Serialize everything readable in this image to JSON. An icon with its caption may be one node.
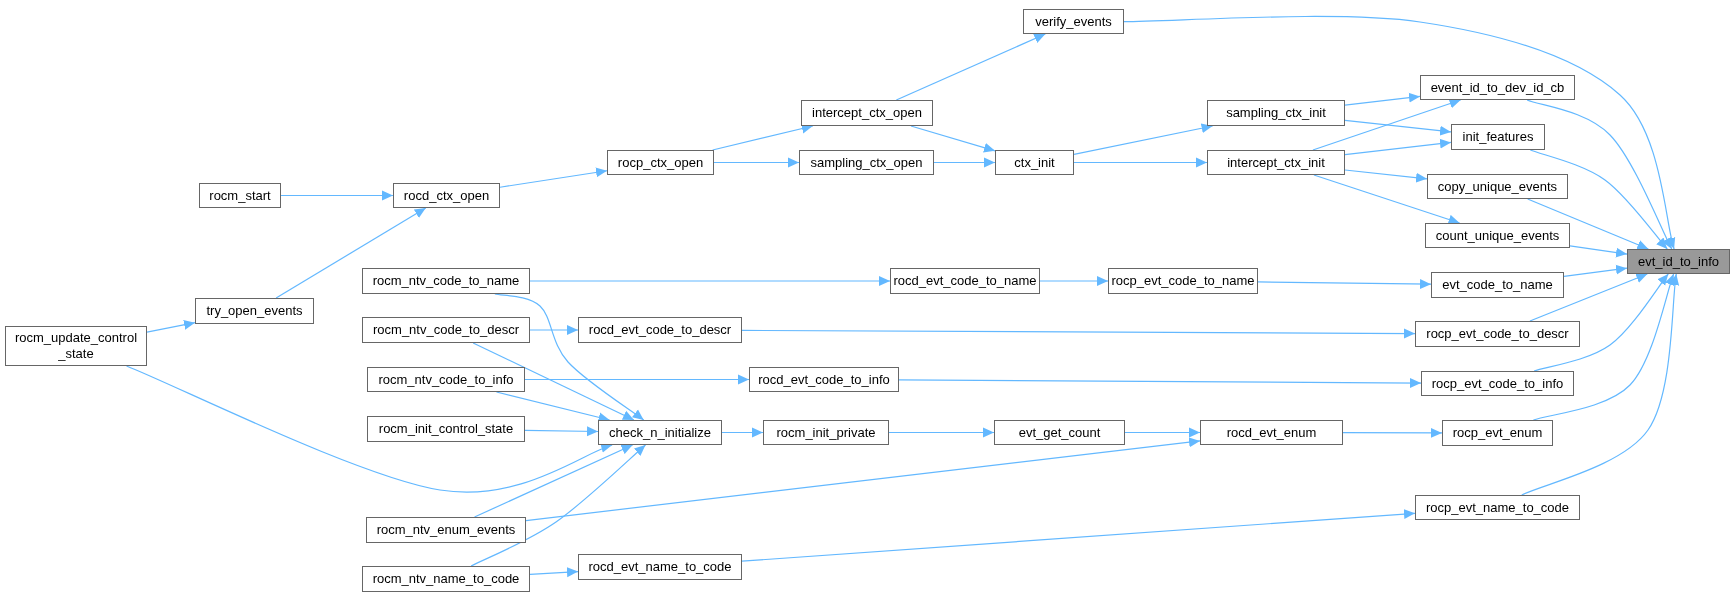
{
  "diagram": {
    "nodes": [
      {
        "text": [
          "rocm_start"
        ]
      },
      {
        "text": [
          "rocm_update_control _state"
        ]
      },
      {
        "text": [
          "try_open_events"
        ]
      },
      {
        "text": [
          "rocd_ctx_open"
        ]
      },
      {
        "text": [
          "rocm_ntv_code_to_name"
        ]
      },
      {
        "text": [
          "rocm_ntv_code_to_descr"
        ]
      },
      {
        "text": [
          "rocm_ntv_code_to_info"
        ]
      },
      {
        "text": [
          "rocm_init_control_state"
        ]
      },
      {
        "text": [
          "rocm_ntv_enum_events"
        ]
      },
      {
        "text": [
          "rocm_ntv_name_to_code"
        ]
      },
      {
        "text": [
          "rocp_ctx_open"
        ]
      },
      {
        "text": [
          "rocd_evt_code_to_descr"
        ]
      },
      {
        "text": [
          "check_n_initialize"
        ]
      },
      {
        "text": [
          "rocd_evt_name_to_code"
        ]
      },
      {
        "text": [
          "intercept_ctx_open"
        ]
      },
      {
        "text": [
          "sampling_ctx_open"
        ]
      },
      {
        "text": [
          "rocd_evt_code_to_info"
        ]
      },
      {
        "text": [
          "rocm_init_private"
        ]
      },
      {
        "text": [
          "rocd_evt_code_to_name"
        ]
      },
      {
        "text": [
          "ctx_init"
        ]
      },
      {
        "text": [
          "evt_get_count"
        ]
      },
      {
        "text": [
          "verify_events"
        ]
      },
      {
        "text": [
          "sampling_ctx_init"
        ]
      },
      {
        "text": [
          "intercept_ctx_init"
        ]
      },
      {
        "text": [
          "rocp_evt_code_to_name"
        ]
      },
      {
        "text": [
          "rocd_evt_enum"
        ]
      },
      {
        "text": [
          "event_id_to_dev_id_cb"
        ]
      },
      {
        "text": [
          "init_features"
        ]
      },
      {
        "text": [
          "copy_unique_events"
        ]
      },
      {
        "text": [
          "count_unique_events"
        ]
      },
      {
        "text": [
          "evt_code_to_name"
        ]
      },
      {
        "text": [
          "rocp_evt_code_to_descr"
        ]
      },
      {
        "text": [
          "rocp_evt_code_to_info"
        ]
      },
      {
        "text": [
          "rocp_evt_enum"
        ]
      },
      {
        "text": [
          "rocp_evt_name_to_code"
        ]
      },
      {
        "text": [
          "evt_id_to_info"
        ]
      }
    ],
    "edges": [
      {
        "from": 0,
        "to": 3,
        "arrow": "to"
      },
      {
        "from": 1,
        "to": 2,
        "arrow": "to"
      },
      {
        "from": 2,
        "to": 3,
        "arrow": "to"
      },
      {
        "from": 1,
        "to": 12,
        "arrow": "to"
      },
      {
        "from": 3,
        "to": 10,
        "arrow": "to"
      },
      {
        "from": 10,
        "to": 14,
        "arrow": "to"
      },
      {
        "from": 10,
        "to": 15,
        "arrow": "to"
      },
      {
        "from": 14,
        "to": 21,
        "arrow": "to"
      },
      {
        "from": 14,
        "to": 19,
        "arrow": "to"
      },
      {
        "from": 15,
        "to": 19,
        "arrow": "to"
      },
      {
        "from": 19,
        "to": 22,
        "arrow": "to"
      },
      {
        "from": 19,
        "to": 23,
        "arrow": "to"
      },
      {
        "from": 22,
        "to": 26,
        "arrow": "to"
      },
      {
        "from": 23,
        "to": 26,
        "arrow": "to"
      },
      {
        "from": 22,
        "to": 27,
        "arrow": "to"
      },
      {
        "from": 23,
        "to": 27,
        "arrow": "to"
      },
      {
        "from": 23,
        "to": 28,
        "arrow": "to"
      },
      {
        "from": 23,
        "to": 29,
        "arrow": "to"
      },
      {
        "from": 4,
        "to": 18,
        "arrow": "to"
      },
      {
        "from": 4,
        "to": 12,
        "arrow": "to"
      },
      {
        "from": 18,
        "to": 24,
        "arrow": "to"
      },
      {
        "from": 24,
        "to": 30,
        "arrow": "to"
      },
      {
        "from": 5,
        "to": 11,
        "arrow": "to"
      },
      {
        "from": 5,
        "to": 12,
        "arrow": "to"
      },
      {
        "from": 11,
        "to": 31,
        "arrow": "to"
      },
      {
        "from": 6,
        "to": 16,
        "arrow": "to"
      },
      {
        "from": 6,
        "to": 12,
        "arrow": "to"
      },
      {
        "from": 16,
        "to": 32,
        "arrow": "to"
      },
      {
        "from": 7,
        "to": 12,
        "arrow": "to"
      },
      {
        "from": 12,
        "to": 17,
        "arrow": "to"
      },
      {
        "from": 17,
        "to": 20,
        "arrow": "to"
      },
      {
        "from": 20,
        "to": 25,
        "arrow": "to"
      },
      {
        "from": 25,
        "to": 33,
        "arrow": "to"
      },
      {
        "from": 8,
        "to": 12,
        "arrow": "to"
      },
      {
        "from": 8,
        "to": 25,
        "arrow": "to"
      },
      {
        "from": 9,
        "to": 12,
        "arrow": "to"
      },
      {
        "from": 9,
        "to": 13,
        "arrow": "to"
      },
      {
        "from": 13,
        "to": 34,
        "arrow": "to"
      },
      {
        "from": 21,
        "to": 35,
        "arrow": "to"
      },
      {
        "from": 26,
        "to": 35,
        "arrow": "to"
      },
      {
        "from": 27,
        "to": 35,
        "arrow": "to"
      },
      {
        "from": 28,
        "to": 35,
        "arrow": "to"
      },
      {
        "from": 29,
        "to": 35,
        "arrow": "to"
      },
      {
        "from": 30,
        "to": 35,
        "arrow": "to"
      },
      {
        "from": 31,
        "to": 35,
        "arrow": "to"
      },
      {
        "from": 32,
        "to": 35,
        "arrow": "to"
      },
      {
        "from": 33,
        "to": 35,
        "arrow": "to"
      },
      {
        "from": 34,
        "to": 35,
        "arrow": "to"
      }
    ]
  }
}
